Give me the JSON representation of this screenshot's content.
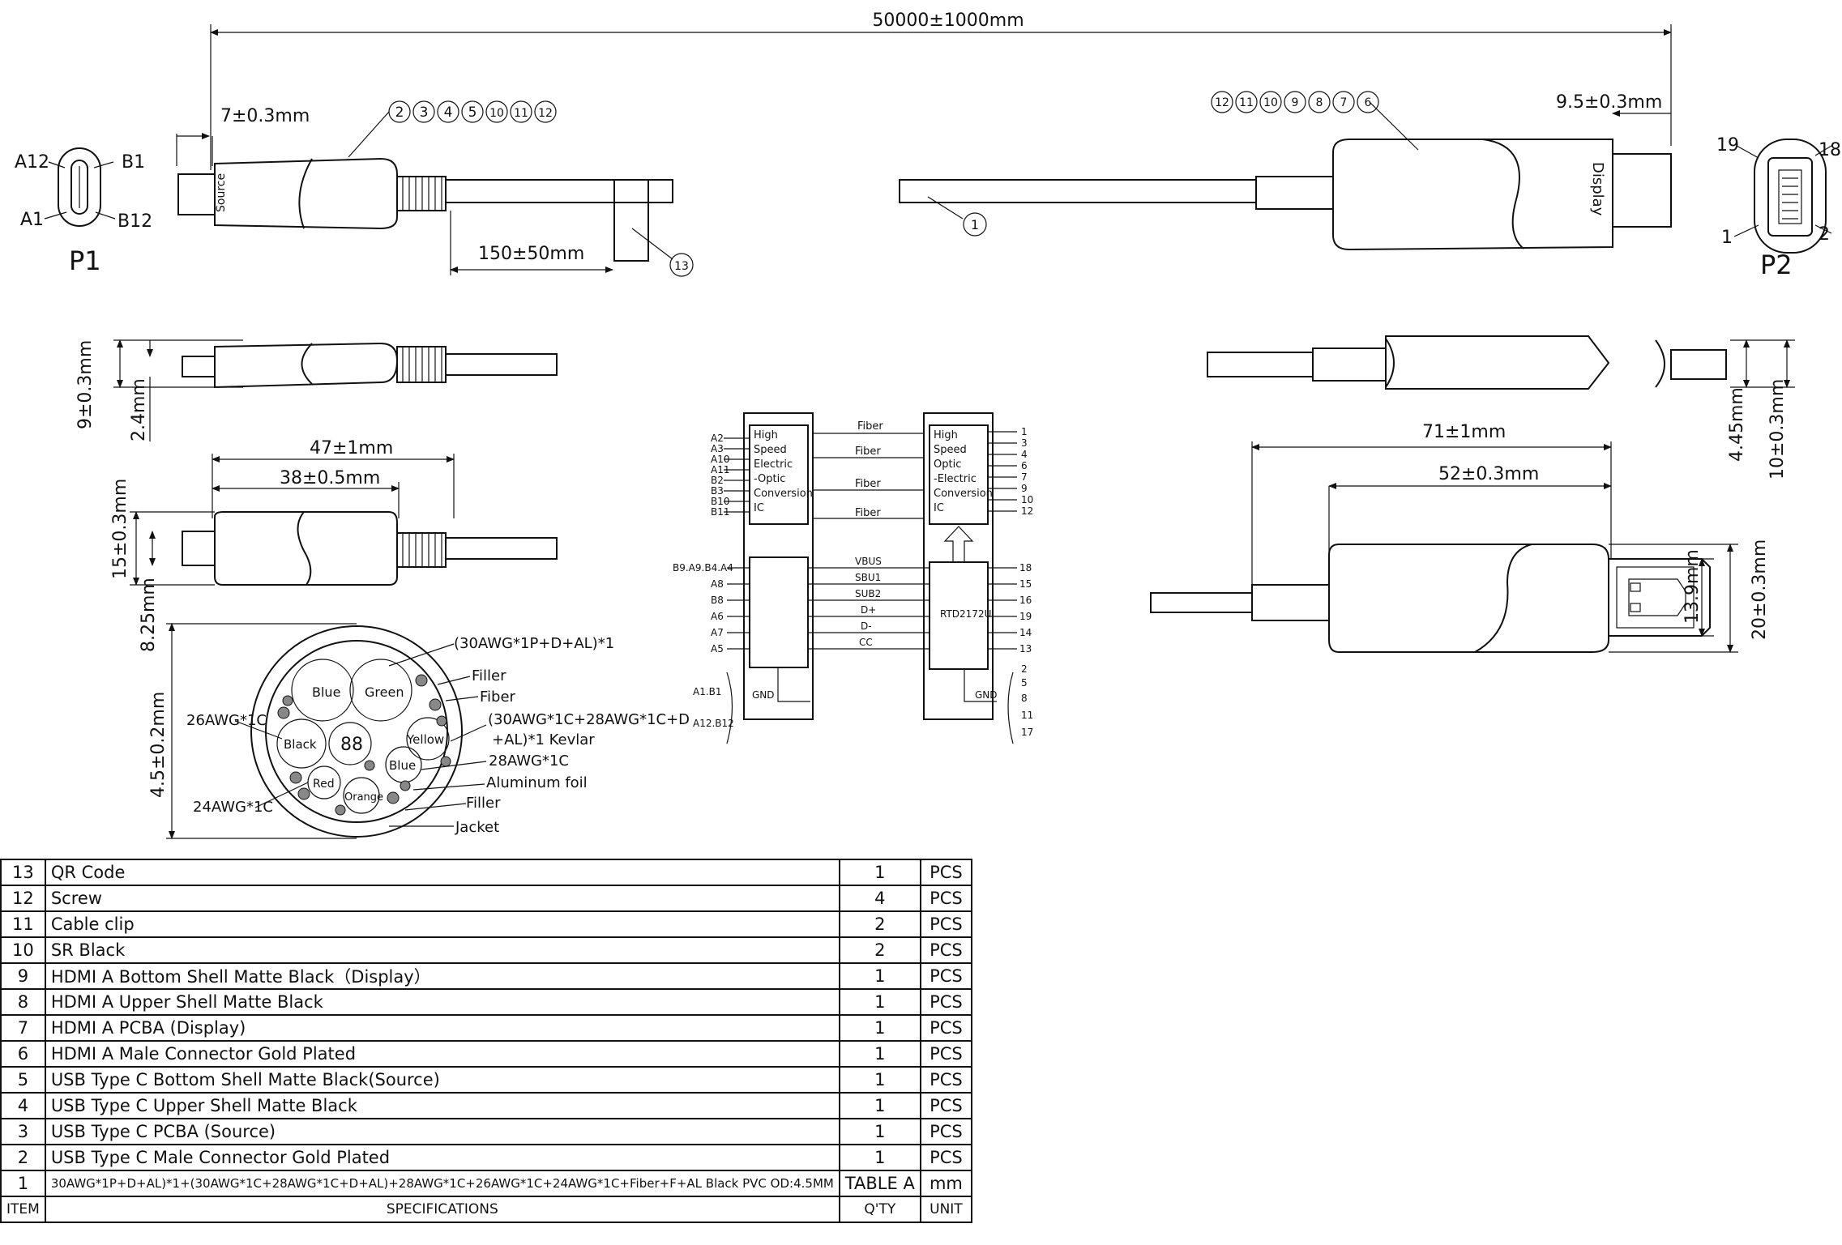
{
  "dims": {
    "overall_length": "50000±1000mm",
    "p1_lead": "7±0.3mm",
    "p2_lead": "9.5±0.3mm",
    "clip_offset": "150±50mm",
    "p1_height_9": "9±0.3mm",
    "p1_height_24": "2.4mm",
    "p1_len_47": "47±1mm",
    "p1_len_38": "38±0.5mm",
    "p1_height_15": "15±0.3mm",
    "p1_height_825": "8.25mm",
    "cable_od": "4.5±0.2mm",
    "p2_len_71": "71±1mm",
    "p2_len_52": "52±0.3mm",
    "p2_h_445": "4.45mm",
    "p2_h_10": "10±0.3mm",
    "p2_h_139": "13.9mm",
    "p2_h_20": "20±0.3mm"
  },
  "balloons": {
    "p1_group": [
      "2",
      "3",
      "4",
      "5",
      "10",
      "11",
      "12"
    ],
    "p2_group": [
      "12",
      "11",
      "10",
      "9",
      "8",
      "7",
      "6"
    ],
    "cable": "1",
    "clip": "13"
  },
  "labels": {
    "p1": "P1",
    "p2": "P2",
    "source": "Source",
    "display": "Display",
    "a12": "A12",
    "b1": "B1",
    "a1": "A1",
    "b12": "B12",
    "pin19": "19",
    "pin18": "18",
    "pin1": "1",
    "pin2": "2"
  },
  "cross_section": {
    "callouts": [
      "(30AWG*1P+D+AL)*1",
      "Filler",
      "Fiber",
      "(30AWG*1C+28AWG*1C+D",
      "+AL)*1 Kevlar",
      "28AWG*1C",
      "Aluminum foil",
      "Filler",
      "Jacket"
    ],
    "left_callouts": [
      "26AWG*1C",
      "24AWG*1C"
    ],
    "wires": [
      "Blue",
      "Green",
      "Black",
      "Yellow",
      "Blue",
      "Red",
      "Orange"
    ]
  },
  "schematic": {
    "left_pins_top": [
      "A2",
      "A3",
      "A10",
      "A11",
      "B2",
      "B3",
      "B10",
      "B11"
    ],
    "left_ic": [
      "High",
      "Speed",
      "Electric",
      "-Optic",
      "Conversion",
      "IC"
    ],
    "right_ic": [
      "High",
      "Speed",
      "Optic",
      "-Electric",
      "Conversion",
      "IC"
    ],
    "fiber": "Fiber",
    "right_pins_top": [
      "1",
      "3",
      "4",
      "6",
      "7",
      "9",
      "10",
      "12"
    ],
    "left_pins_bottom": [
      "B9.A9.B4.A4",
      "A8",
      "B8",
      "A6",
      "A7",
      "A5"
    ],
    "signals": [
      "VBUS",
      "SBU1",
      "SUB2",
      "D+",
      "D-",
      "CC"
    ],
    "right_pins_bottom": [
      "18",
      "15",
      "16",
      "19",
      "14",
      "13"
    ],
    "chip": "RTD2172U",
    "gnd": "GND",
    "gnd_left": [
      "A1.B1",
      "A12.B12"
    ],
    "gnd_right": [
      "2",
      "5",
      "8",
      "11",
      "17"
    ]
  },
  "bom": {
    "rows": [
      {
        "item": "13",
        "spec": "QR Code",
        "qty": "1",
        "unit": "PCS"
      },
      {
        "item": "12",
        "spec": "Screw",
        "qty": "4",
        "unit": "PCS"
      },
      {
        "item": "11",
        "spec": "Cable clip",
        "qty": "2",
        "unit": "PCS"
      },
      {
        "item": "10",
        "spec": "SR Black",
        "qty": "2",
        "unit": "PCS"
      },
      {
        "item": "9",
        "spec": "HDMI A Bottom Shell Matte Black（Display）",
        "qty": "1",
        "unit": "PCS"
      },
      {
        "item": "8",
        "spec": "HDMI A Upper Shell Matte Black",
        "qty": "1",
        "unit": "PCS"
      },
      {
        "item": "7",
        "spec": "HDMI A  PCBA (Display)",
        "qty": "1",
        "unit": "PCS"
      },
      {
        "item": "6",
        "spec": "HDMI A Male Connector Gold Plated",
        "qty": "1",
        "unit": "PCS"
      },
      {
        "item": "5",
        "spec": "USB Type C Bottom Shell Matte Black(Source)",
        "qty": "1",
        "unit": "PCS"
      },
      {
        "item": "4",
        "spec": "USB Type C Upper Shell Matte Black",
        "qty": "1",
        "unit": "PCS"
      },
      {
        "item": "3",
        "spec": "USB Type C  PCBA (Source)",
        "qty": "1",
        "unit": "PCS"
      },
      {
        "item": "2",
        "spec": "USB Type C Male Connector Gold Plated",
        "qty": "1",
        "unit": "PCS"
      },
      {
        "item": "1",
        "spec": "30AWG*1P+D+AL)*1+(30AWG*1C+28AWG*1C+D+AL)+28AWG*1C+26AWG*1C+24AWG*1C+Fiber+F+AL Black PVC OD:4.5MM",
        "qty": "TABLE A",
        "unit": "mm"
      }
    ],
    "header": {
      "item": "ITEM",
      "spec": "SPECIFICATIONS",
      "qty": "Q'TY",
      "unit": "UNIT"
    }
  }
}
